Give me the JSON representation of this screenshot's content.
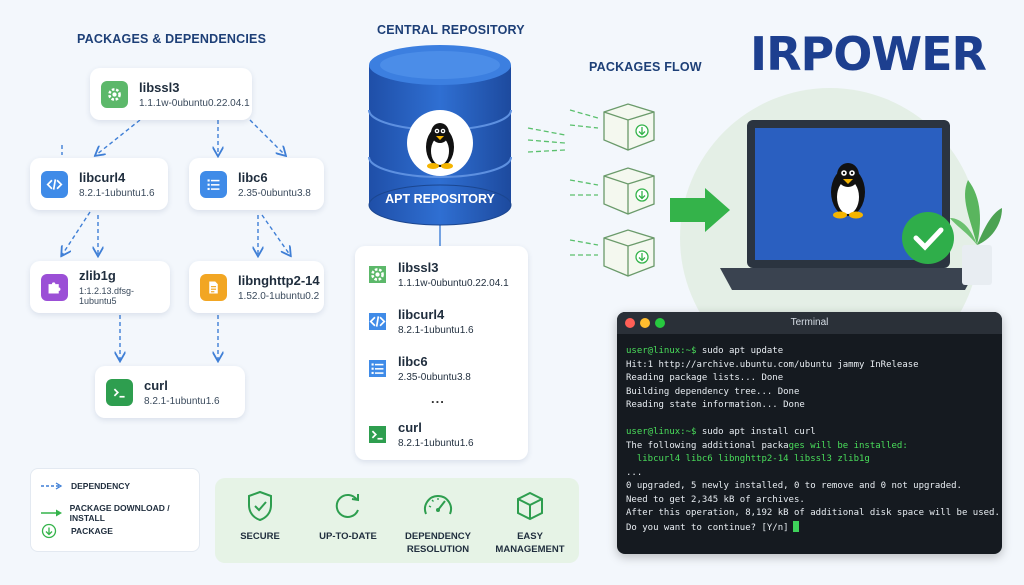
{
  "titles": {
    "packages": "PACKAGES & DEPENDENCIES",
    "central": "CENTRAL REPOSITORY",
    "flow": "PACKAGES FLOW"
  },
  "repository": {
    "label": "APT REPOSITORY",
    "icon": "tux-icon"
  },
  "logo": {
    "text": "IRPOWER"
  },
  "tree": {
    "libssl3": {
      "name": "libssl3",
      "version": "1.1.1w-0ubuntu0.22.04.1",
      "icon": "gear-icon"
    },
    "libcurl4": {
      "name": "libcurl4",
      "version": "8.2.1-1ubuntu1.6",
      "icon": "code-icon"
    },
    "libc6": {
      "name": "libc6",
      "version": "2.35-0ubuntu3.8",
      "icon": "list-icon"
    },
    "zlib1g": {
      "name": "zlib1g",
      "version": "1:1.2.13.dfsg-1ubuntu5",
      "icon": "puzzle-icon"
    },
    "libnghttp2": {
      "name": "libnghttp2-14",
      "version": "1.52.0-1ubuntu0.2",
      "icon": "document-icon"
    },
    "curl": {
      "name": "curl",
      "version": "8.2.1-1ubuntu1.6",
      "icon": "terminal-icon"
    }
  },
  "repo_list": {
    "items": [
      {
        "name": "libssl3",
        "version": "1.1.1w-0ubuntu0.22.04.1",
        "icon": "gear-icon"
      },
      {
        "name": "libcurl4",
        "version": "8.2.1-1ubuntu1.6",
        "icon": "code-icon"
      },
      {
        "name": "libc6",
        "version": "2.35-0ubuntu3.8",
        "icon": "list-icon"
      },
      {
        "name": "curl",
        "version": "8.2.1-1ubuntu1.6",
        "icon": "terminal-icon"
      }
    ],
    "ellipsis": "..."
  },
  "legend": [
    {
      "label": "DEPENDENCY",
      "icon": "dashed-arrow-icon"
    },
    {
      "label": "PACKAGE DOWNLOAD / INSTALL",
      "icon": "green-arrow-icon"
    },
    {
      "label": "PACKAGE",
      "icon": "download-circle-icon"
    }
  ],
  "features": [
    {
      "label": "SECURE",
      "icon": "shield-check-icon"
    },
    {
      "label": "UP-TO-DATE",
      "icon": "refresh-icon"
    },
    {
      "label": "DEPENDENCY",
      "label2": "RESOLUTION",
      "icon": "gauge-icon"
    },
    {
      "label": "EASY",
      "label2": "MANAGEMENT",
      "icon": "cube-icon"
    }
  ],
  "terminal": {
    "title": "Terminal",
    "prompt": "user@linux:~$",
    "cmd1": " sudo apt update",
    "out1": [
      "Hit:1 http://archive.ubuntu.com/ubuntu jammy InRelease",
      "Reading package lists... Done",
      "Building dependency tree... Done",
      "Reading state information... Done"
    ],
    "cmd2": " sudo apt install curl",
    "additional_a": "The following additional packa",
    "additional_b": "ges will be installed:",
    "packages_line": "  libcurl4 libc6 libnghttp2-14 libssl3 zlib1g",
    "ellipsis": "...",
    "out2": [
      "0 upgraded, 5 newly installed, 0 to remove and 0 not upgraded.",
      "Need to get 2,345 kB of archives.",
      "After this operation, 8,192 kB of additional disk space will be used.",
      "Do you want to continue? [Y/n]"
    ]
  },
  "colors": {
    "brand": "#1d3f8f",
    "accent_green": "#34b34a",
    "repo_blue": "#2a62c4",
    "terminal_bg": "#151a20"
  }
}
